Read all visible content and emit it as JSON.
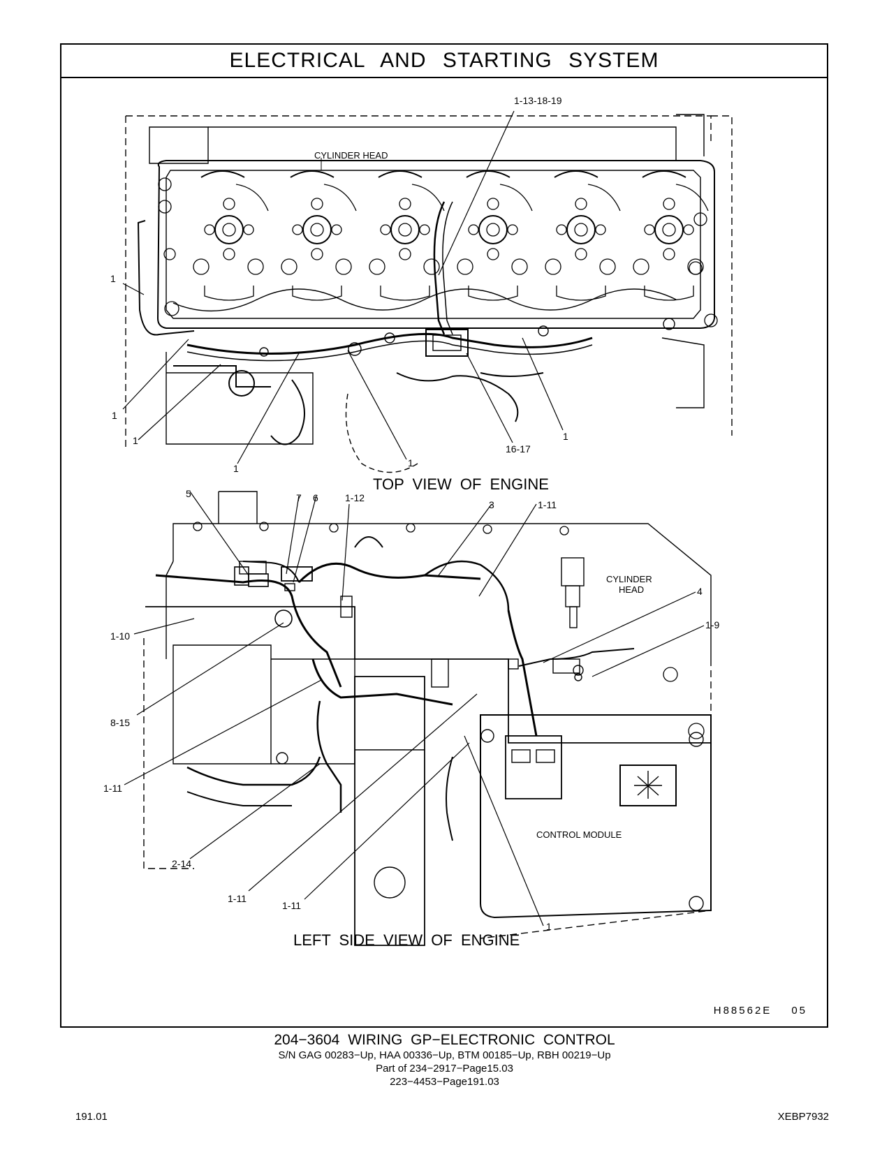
{
  "header": {
    "title": "ELECTRICAL AND STARTING SYSTEM"
  },
  "top_view": {
    "title": "TOP VIEW OF ENGINE",
    "part_labels": [
      "CYLINDER HEAD"
    ],
    "callouts": [
      "1-13-18-19",
      "1",
      "1",
      "1",
      "1",
      "1",
      "16-17",
      "1"
    ]
  },
  "side_view": {
    "title": "LEFT SIDE VIEW OF ENGINE",
    "part_labels": [
      "CYLINDER",
      "HEAD",
      "CONTROL MODULE"
    ],
    "callouts": [
      "5",
      "7",
      "6",
      "1-12",
      "3",
      "1-11",
      "4",
      "1-9",
      "1-10",
      "8-15",
      "1-11",
      "2-14",
      "1-11",
      "1-11",
      "1"
    ]
  },
  "illustration": {
    "id": "H88562E",
    "revision": "05"
  },
  "footer": {
    "line1": "204−3604 WIRING GP−ELECTRONIC CONTROL",
    "line2": "S/N GAG 00283−Up, HAA 00336−Up, BTM 00185−Up, RBH 00219−Up",
    "line3": "Part of 234−2917−Page15.03",
    "line4": "223−4453−Page191.03",
    "page_number": "191.01",
    "document_number": "XEBP7932"
  }
}
